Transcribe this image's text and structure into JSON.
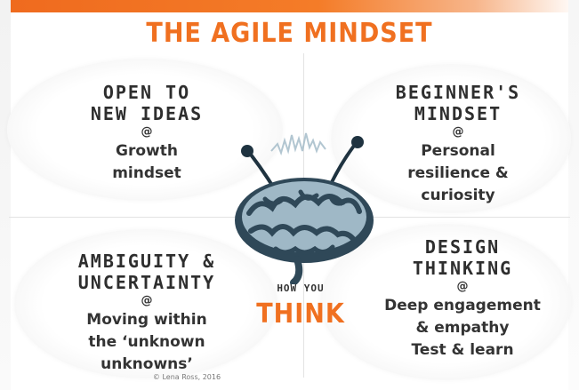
{
  "title": "THE AGILE MINDSET",
  "quadrants": {
    "top_left": {
      "heading_line1": "OPEN TO",
      "heading_line2": "NEW IDEAS",
      "at": "@",
      "body_line1": "Growth",
      "body_line2": "mindset"
    },
    "top_right": {
      "heading_line1": "BEGINNER'S",
      "heading_line2": "MINDSET",
      "at": "@",
      "body_line1": "Personal",
      "body_line2": "resilience &",
      "body_line3": "curiosity"
    },
    "bottom_left": {
      "heading_line1": "AMBIGUITY &",
      "heading_line2": "UNCERTAINTY",
      "at": "@",
      "body_line1": "Moving within",
      "body_line2": "the ‘unknown",
      "body_line3": "unknowns’"
    },
    "bottom_right": {
      "heading_line1": "DESIGN",
      "heading_line2": "THINKING",
      "at": "@",
      "body_line1": "Deep engagement",
      "body_line2": "& empathy",
      "body_line3": "Test & learn"
    }
  },
  "center": {
    "small_label": "HOW YOU",
    "big_label": "THINK"
  },
  "credit": "© Lena Ross, 2016",
  "colors": {
    "accent": "#f07020",
    "brain_fill": "#2f4858",
    "brain_light": "#9fb8c6"
  },
  "icons": [
    "brain-icon",
    "antenna-icon",
    "signal-wave-icon"
  ]
}
